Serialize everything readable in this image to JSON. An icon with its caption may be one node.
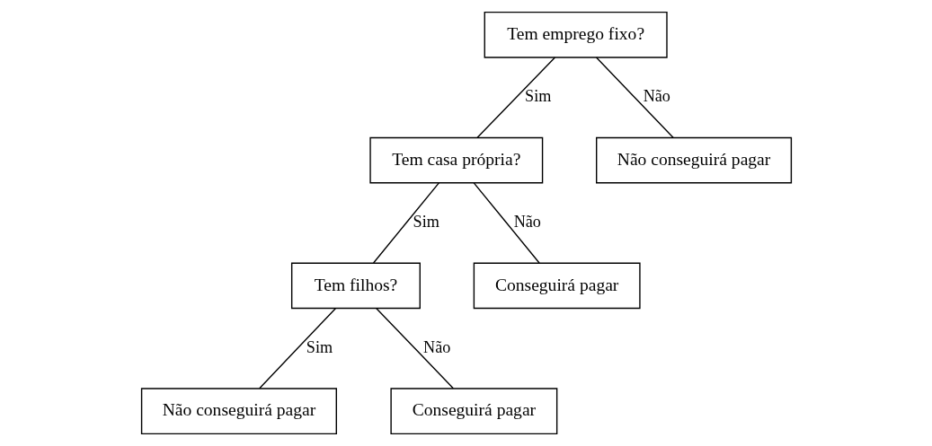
{
  "diagram": {
    "nodes": [
      {
        "text": [
          "Tem emprego fixo?"
        ]
      },
      {
        "text": [
          "Tem casa própria?"
        ]
      },
      {
        "text": [
          "Não conseguirá pagar"
        ]
      },
      {
        "text": [
          "Tem filhos?"
        ]
      },
      {
        "text": [
          "Conseguirá pagar"
        ]
      },
      {
        "text": [
          "Não conseguirá pagar"
        ]
      },
      {
        "text": [
          "Conseguirá pagar"
        ]
      }
    ],
    "edges": [
      {
        "from": 0,
        "to": 1,
        "arrow": "none",
        "label": "Sim"
      },
      {
        "from": 0,
        "to": 2,
        "arrow": "none",
        "label": "Não"
      },
      {
        "from": 1,
        "to": 3,
        "arrow": "none",
        "label": "Sim"
      },
      {
        "from": 1,
        "to": 4,
        "arrow": "none",
        "label": "Não"
      },
      {
        "from": 3,
        "to": 5,
        "arrow": "none",
        "label": "Sim"
      },
      {
        "from": 3,
        "to": 6,
        "arrow": "none",
        "label": "Não"
      }
    ]
  }
}
